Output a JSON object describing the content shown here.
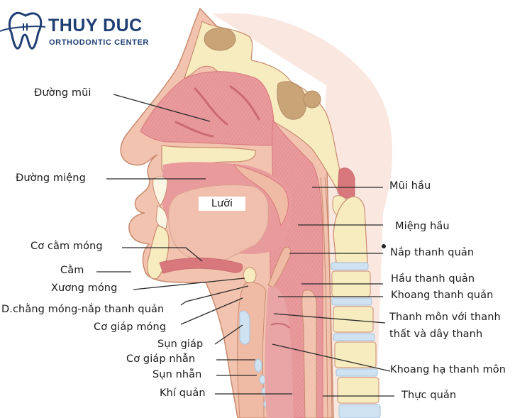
{
  "logo": {
    "brand": "THUY DUC",
    "subtitle": "ORTHODONTIC CENTER",
    "icon": "tooth-braces-icon",
    "color": "#1f3f73"
  },
  "diagram": {
    "subject": "Sagittal section of head and neck — nasal cavity, oral cavity, pharynx and larynx",
    "tongue_label": "Lưỡi",
    "labels_left": [
      {
        "id": "duong-mui",
        "text": "Đường mũi"
      },
      {
        "id": "duong-mieng",
        "text": "Đường miệng"
      },
      {
        "id": "co-cam-mong",
        "text": "Cơ cằm móng"
      },
      {
        "id": "cam",
        "text": "Cằm"
      },
      {
        "id": "xuong-mong",
        "text": "Xương móng"
      },
      {
        "id": "d-chang-mong",
        "text": "D.chằng móng-nắp thanh quản"
      },
      {
        "id": "co-giap-mong",
        "text": "Cơ giáp móng"
      },
      {
        "id": "sun-giap",
        "text": "Sụn giáp"
      },
      {
        "id": "co-giap-nhan",
        "text": "Cơ giáp nhẫn"
      },
      {
        "id": "sun-nhan",
        "text": "Sụn nhẫn"
      },
      {
        "id": "khi-quan",
        "text": "Khí quản"
      }
    ],
    "labels_right": [
      {
        "id": "mui-hau",
        "text": "Mũi hầu"
      },
      {
        "id": "mieng-hau",
        "text": "Miệng hầu"
      },
      {
        "id": "nap-thanh-quan",
        "text": "Nắp thanh quản"
      },
      {
        "id": "hau-thanh-quan",
        "text": "Hầu thanh quản"
      },
      {
        "id": "khoang-thanh-quan",
        "text": "Khoang thanh quản"
      },
      {
        "id": "thanh-mon-1",
        "text": "Thanh môn với thanh"
      },
      {
        "id": "thanh-mon-2",
        "text": "thất và dây thanh"
      },
      {
        "id": "khoang-ha-thanh-mon",
        "text": "Khoang hạ thanh môn"
      },
      {
        "id": "thuc-quan",
        "text": "Thực quản"
      }
    ],
    "colors": {
      "skin": "#f2c4b0",
      "muscle": "#e9999a",
      "muscle_dark": "#d9787c",
      "bone": "#f6ecc0",
      "bone_outline": "#c98a6e",
      "sinus": "#c9a477",
      "cartilage": "#cfe2f2",
      "leader_line": "#2a2a2a"
    }
  }
}
